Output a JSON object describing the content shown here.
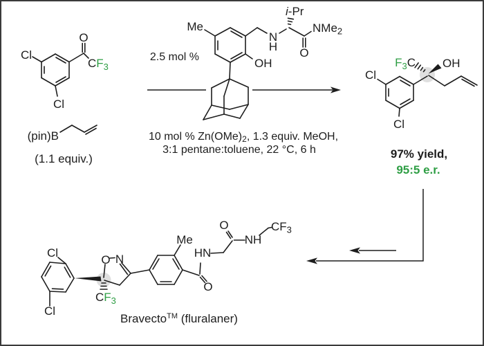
{
  "colors": {
    "ink": "#1d1d1d",
    "green": "#2e9e44",
    "stereocenter_highlight": "#cccccc",
    "border": "#3a3a3a",
    "background": "#ffffff"
  },
  "ketone": {
    "cl_top": "Cl",
    "cl_bottom": "Cl",
    "carbonyl_o": "O",
    "cf3_c": "C",
    "cf3_f": "F",
    "cf3_sub": "3"
  },
  "boronate": {
    "label": "(pin)B",
    "equiv": "(1.1 equiv.)"
  },
  "catalyst": {
    "loading": "2.5 mol %",
    "methyl": "Me",
    "hydroxyl": "OH",
    "amine_n": "N",
    "amine_h": "H",
    "ipr_i": "i",
    "ipr_pr": "-Pr",
    "amide_o": "O",
    "amide_nme": "NMe",
    "amide_nme_sub": "2"
  },
  "conditions": {
    "line1_pre": "10 mol % Zn(OMe)",
    "line1_sub": "2",
    "line1_post": ", 1.3 equiv. MeOH,",
    "line2": "3:1 pentane:toluene, 22 °C, 6 h"
  },
  "product": {
    "cf3_f": "F",
    "cf3_sub": "3",
    "cf3_c": "C",
    "hydroxyl": "OH",
    "cl_top": "Cl",
    "cl_bottom": "Cl",
    "yield": "97% yield,",
    "er": "95:5 e.r."
  },
  "bravecto": {
    "cl_top": "Cl",
    "cl_bottom": "Cl",
    "ring_o": "O",
    "ring_n": "N",
    "cf3_c": "C",
    "cf3_f": "F",
    "cf3_sub": "3",
    "methyl": "Me",
    "anilide_hn": "HN",
    "anilide_o": "O",
    "glycine_o": "O",
    "glycine_nh": "NH",
    "tail_cf": "CF",
    "tail_cf_sub": "3",
    "caption_name": "Bravecto",
    "caption_tm": "TM",
    "caption_rest": " (fluralaner)"
  }
}
